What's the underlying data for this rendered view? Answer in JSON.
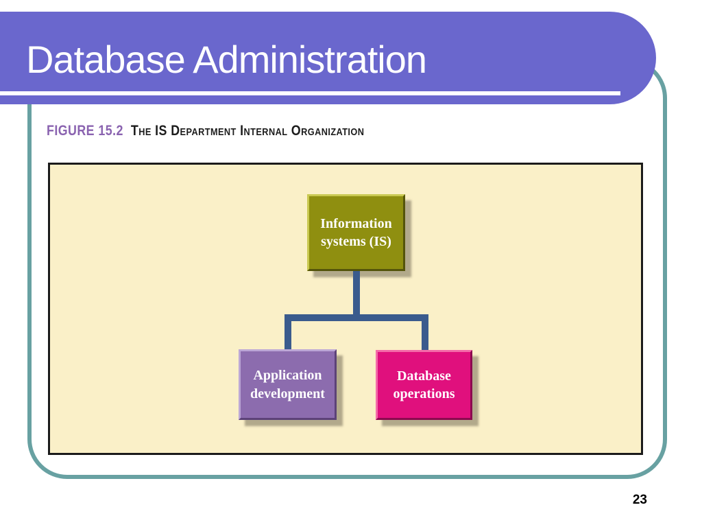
{
  "slide": {
    "title": "Database Administration",
    "page_number": "23"
  },
  "figure": {
    "label": "FIGURE 15.2",
    "caption": "The IS Department Internal Organization"
  },
  "chart_data": {
    "type": "org-tree",
    "title": "The IS Department Internal Organization",
    "root": {
      "label": "Information systems (IS)"
    },
    "children": [
      {
        "label": "Application development"
      },
      {
        "label": "Database operations"
      }
    ]
  },
  "colors": {
    "header_bg": "#6a67cd",
    "frame_border": "#68a1a2",
    "figure_label_text": "#8a63b0",
    "figure_panel_bg": "#faf0c8",
    "root_box": "#8f8f10",
    "left_child_box": "#8c6cae",
    "right_child_box": "#e0107d",
    "connector": "#3a5b8d"
  }
}
